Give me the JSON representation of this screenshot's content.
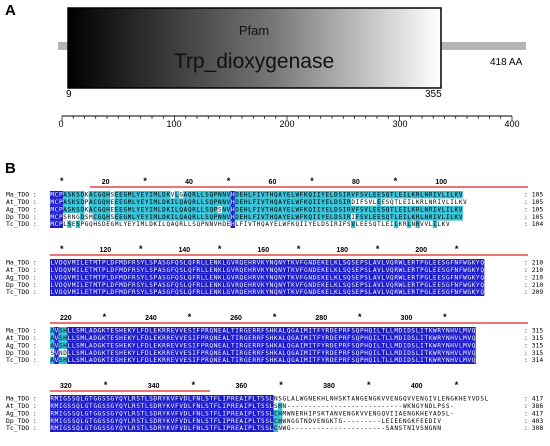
{
  "panelA": {
    "label": "A",
    "domain_source": "Pfam",
    "domain_name": "Trp_dioxygenase",
    "domain_start": "9",
    "domain_end": "355",
    "length_label": "418 AA",
    "ruler_ticks": [
      "0",
      "100",
      "200",
      "300",
      "400"
    ]
  },
  "panelB": {
    "label": "B",
    "blocks": [
      {
        "ruler": [
          "*",
          "20",
          "*",
          "40",
          "*",
          "60",
          "*",
          "80",
          "*",
          "100"
        ],
        "rows": [
          {
            "name": "Ma_TDO",
            "seq": "MCPASKSDKACGQHSEEGMLYEYIMLDKVLGAQRLLSQPNNVHDEHLFIVTHQAYELWFKQIIYELDSIRVFSVLEESQTLEILKRLNRIVLILKV",
            "end": "105"
          },
          {
            "name": "At_TDO",
            "seq": "MCPASKSDPACGQHEEEGMLYEYIMLDKILQAQRLLSQPNNVHDEHLFIVTHQAYELWFKQIIYELDSIRDIFSVLEESQTLEILKRLNRIVLILKV",
            "end": "105"
          },
          {
            "name": "Ag_TDO",
            "seq": "MCPASKSDKACGQHEEEGMLYEYIMLDKILQAQRLLSQPSNVHDEHLFIVTHQAYELWFKQIIYELDSIRVFSVLEESQTLEILKRLNRIVLILKV",
            "end": "105"
          },
          {
            "name": "Dp_TDO",
            "seq": "MCPSRNGDSMCGQHSEEGMLYEYIMLDKILQAQRLLSQPNNVHDEHLFIVTHQAYELWFKQIIYELDSIRIFSVLEESQTLEILKRLNRIVLILKV",
            "end": "105"
          },
          {
            "name": "Tc_TDO",
            "seq": "MCPLSESPGQHSDEGMLYEYIMLDKILQAQRLLSQPNNVHDEHLFIVTHQAYELWFKQIIYELDSIRIFSVLEESQTLEILKRLNRVVLILKV",
            "end": "104"
          }
        ]
      },
      {
        "ruler": [
          "*",
          "120",
          "*",
          "140",
          "*",
          "160",
          "*",
          "180",
          "*",
          "200",
          "*"
        ],
        "rows": [
          {
            "name": "Ma_TDO",
            "seq": "LVDQVMILETMTPLDFMDFRSYLSPASGFQSLQFRLLENKLGVRQEHRVKYNQNYTKVFGNDEKELKLSQSEPSLAVLVQRWLERTPGLEESGFNFWGKYQ",
            "end": "210"
          },
          {
            "name": "At_TDO",
            "seq": "LVDQVMILETMTPLDFMDFRSYLSPASGFQSLQFRLLENKLGVRQEHRVKYNQNYTKVFGNDEKELKLSQSEPSLAVLVQRWLERTPGLEESGFNFWGKYQ",
            "end": "210"
          },
          {
            "name": "Ag_TDO",
            "seq": "LVDQVMILETMTPLDFMDFRSYLSPASGFQSLQFRLLENKLGVRQEHRVKYNQNYTKVFGNDEKELKLSQSEPSLAVLVQRWLERTPGLEESGFNFWGKYQ",
            "end": "210"
          },
          {
            "name": "Dp_TDO",
            "seq": "LVDQVMILETMTPLDFMDFRSYLSPASGFQSLQFRLLENKLGVRQEHRVKYNQNYTKVFGNDEKELKLSQSEPSLAVLVQRWLERTPGLEESGFNFWGKYQ",
            "end": "210"
          },
          {
            "name": "Tc_TDO",
            "seq": "LVDQVMILETMTPLDFMDFRSYLSPASGFQSLQFRLLENKLGVRQEHRVKYNQNYTKVFGNDEKELKLSQSEPSLAVLVQRWLERTPGLEESGFNFWGKYQ",
            "end": "209"
          }
        ]
      },
      {
        "ruler": [
          "220",
          "*",
          "240",
          "*",
          "260",
          "*",
          "280",
          "*",
          "300",
          "*"
        ],
        "rows": [
          {
            "name": "Ma_TDO",
            "seq": "AVSHLLSMLADGKTESHEKYLFDLEKRREVVESIFPRQNEALTIRGERRFSHKALQGAIMITFYRDEPRFSQPHQILTLLMDIDSLITKWRYNHVLMVQ",
            "end": "315"
          },
          {
            "name": "At_TDO",
            "seq": "AVSHLLSMLADGKTESHEKYLFDLEKRREVVESIFPRQNEALTIRGERRFSHKALQGAIMITFYRDEPRFSQPHQILTLLMDIDSLITKWRYNHVLMVQ",
            "end": "315"
          },
          {
            "name": "Ag_TDO",
            "seq": "AVSHLLSMLADGKTESHEKYLFDLEKRREVVESIFPRQNEALTIRGERRFSHKALQGAIMITFYRDEPRFSQPHQILTLLMDIDSLITKWRYNHVLMVQ",
            "end": "315"
          },
          {
            "name": "Dp_TDO",
            "seq": "SVNDLLSMLADGKTESHEKYLFDLEKRREVVESIFPRQNEALTIRGERRFSHKALQGAIMITFYRDEPRFSQPHQILTLLMDIDSLITKWRYNHVLMVQ",
            "end": "315"
          },
          {
            "name": "Tc_TDO",
            "seq": "AVSHLLSMLADGKTESHEKYLFDLEKRREVVESIFPRQNEALTIRGERRFSHKALQGAIMITFYRDEPRFSQPHQILTLLMDIDSLITKWRYNHVLMVQ",
            "end": "314"
          }
        ]
      },
      {
        "ruler": [
          "320",
          "*",
          "340",
          "*",
          "360",
          "*",
          "380",
          "*",
          "400",
          "*"
        ],
        "rows": [
          {
            "name": "Ma_TDO",
            "seq": "RMIGSSQLGTGGSSGYQYLRSTLSDRYKVFVDLFNLSTFLIPREAIPLTSSLNSGLALWGNEKHLNHSKTANGENGKVVENGQVVENGIVLENGKHEYVDSL",
            "end": "417"
          },
          {
            "name": "At_TDO",
            "seq": "RMIGSSQLGTGGSSGYQYLRSTLSDRYKVFVDLFNLSTFLIPREAIPLTSSLSHN---------------------------WKNGYNDLPSS-",
            "end": "386"
          },
          {
            "name": "Ag_TDO",
            "seq": "RMIGSSQLGTGGSSGYQYLRSTLSDRYKVFVDLFNLSTFLIPREAIPLTSSLCHMWNERHIPSKTANVENGKVVENGQVIIAENGKHEYADSL-",
            "end": "417"
          },
          {
            "name": "Dp_TDO",
            "seq": "RMIGSSQLGTGGSSGYQYLRSTLSDRYKVFVDLFNLSTFLIPREAIPLTSSLCHWNGGTNDVENGKTG---------LEIEENGKFEEDIV",
            "end": "403"
          },
          {
            "name": "Tc_TDO",
            "seq": "RMIGSSQLGTGGSSGYQYLRSTLSDRYKVFVDLFNLSTFLIPREAIPLTSSLCNWG----------------------SANSTNIVSNGNN",
            "end": "308"
          }
        ]
      }
    ]
  },
  "colors": {
    "conserved_bg": "#1a1acc",
    "conserved_fg": "#ffffff",
    "similar_bg": "#35c0d6",
    "similar_fg": "#000000",
    "red_line": "#e02020",
    "bar_gray": "#b5b5b5"
  }
}
